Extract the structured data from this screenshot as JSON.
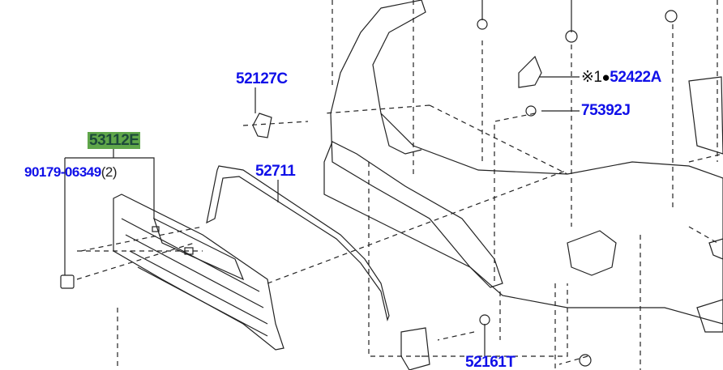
{
  "labels": {
    "grille": {
      "part": "53112E",
      "highlight_color": "#5fa64a"
    },
    "clip": {
      "part": "90179-06349",
      "qty": "(2)"
    },
    "retainer": {
      "part": "52711"
    },
    "cover": {
      "part": "52127C"
    },
    "moulding": {
      "note": "※1",
      "part": "52422A"
    },
    "screw": {
      "part": "75392J"
    },
    "fastener": {
      "part": "52161T"
    }
  },
  "colors": {
    "part_number": "#1010e8",
    "line": "#111111"
  }
}
